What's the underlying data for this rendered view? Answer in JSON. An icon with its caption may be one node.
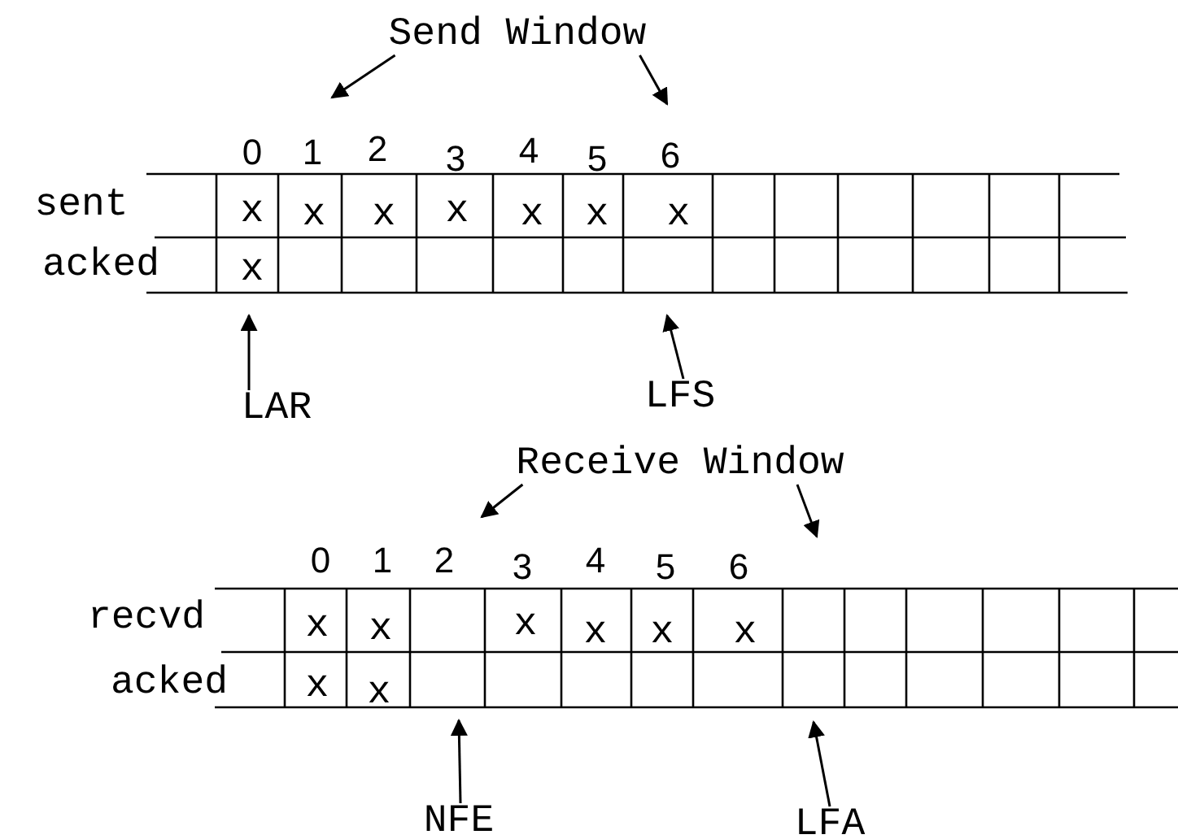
{
  "diagram": {
    "nodes": [
      {
        "text": [
          "Send Window"
        ]
      },
      {
        "text": [
          "LAR"
        ]
      },
      {
        "text": [
          "LFS"
        ]
      },
      {
        "text": [
          "Receive Window"
        ]
      },
      {
        "text": [
          "NFE"
        ]
      },
      {
        "text": [
          "LFA"
        ]
      }
    ],
    "edges": [
      {
        "from": 0,
        "to": null,
        "arrow": "to"
      },
      {
        "from": 0,
        "to": null,
        "arrow": "to"
      },
      {
        "from": 1,
        "to": null,
        "arrow": "to"
      },
      {
        "from": 2,
        "to": null,
        "arrow": "to"
      },
      {
        "from": 3,
        "to": null,
        "arrow": "to"
      },
      {
        "from": 3,
        "to": null,
        "arrow": "to"
      },
      {
        "from": 4,
        "to": null,
        "arrow": "to"
      },
      {
        "from": 5,
        "to": null,
        "arrow": "to"
      }
    ],
    "labels": [
      "0",
      "1",
      "2",
      "3",
      "4",
      "5",
      "6",
      "sent",
      "x",
      "x",
      "x",
      "x",
      "x",
      "x",
      "x",
      "acked",
      "x",
      "0",
      "1",
      "2",
      "3",
      "4",
      "5",
      "6",
      "recvd",
      "x",
      "x",
      "x",
      "x",
      "x",
      "x",
      "acked",
      "x",
      "x"
    ]
  }
}
